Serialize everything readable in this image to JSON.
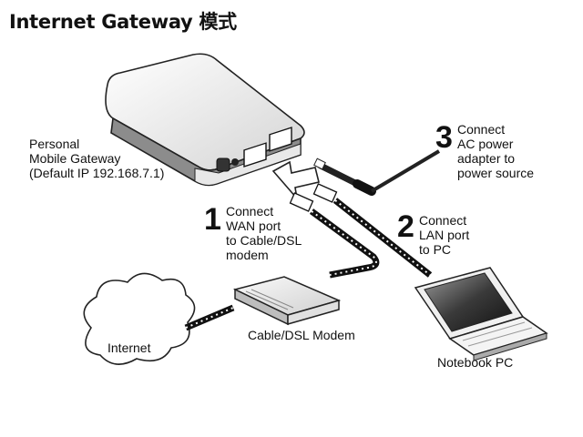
{
  "page": {
    "title": "Internet Gateway 模式"
  },
  "gateway": {
    "line1": "Personal",
    "line2": "Mobile Gateway",
    "line3": "(Default IP 192.168.7.1)"
  },
  "steps": [
    {
      "number": "1",
      "lines": [
        "Connect",
        "WAN port",
        "to Cable/DSL",
        "modem"
      ]
    },
    {
      "number": "2",
      "lines": [
        "Connect",
        "LAN port",
        "to PC"
      ]
    },
    {
      "number": "3",
      "lines": [
        "Connect",
        "AC power",
        "adapter to",
        "power source"
      ]
    }
  ],
  "devices": {
    "internet": "Internet",
    "modem": "Cable/DSL Modem",
    "notebook": "Notebook PC"
  }
}
